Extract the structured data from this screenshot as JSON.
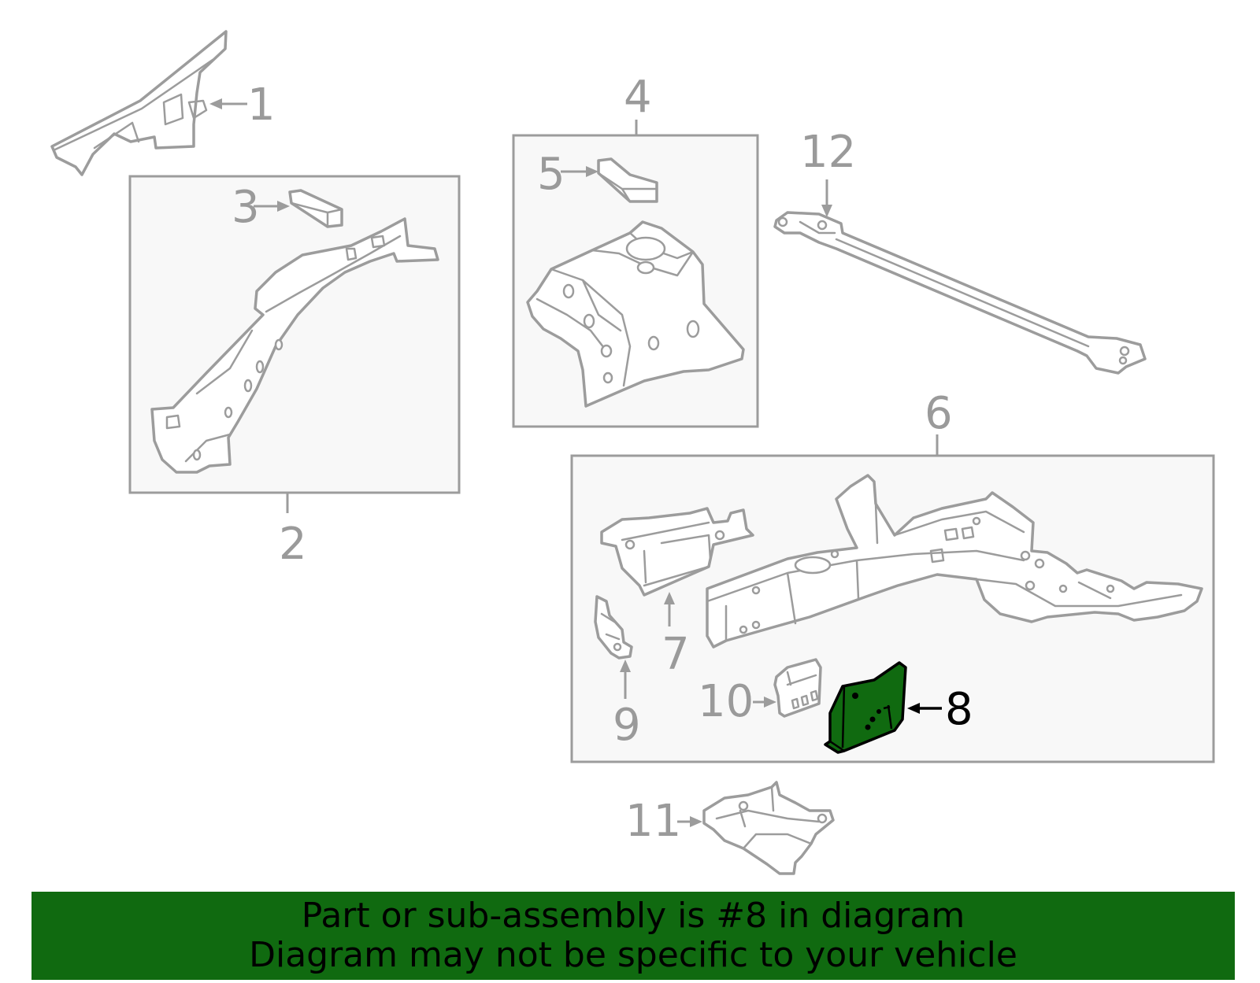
{
  "diagram": {
    "highlight_color": "#106a10",
    "outline_color": "#9c9c9c",
    "highlighted_part": "8",
    "labels": {
      "p1": "1",
      "p2": "2",
      "p3": "3",
      "p4": "4",
      "p5": "5",
      "p6": "6",
      "p7": "7",
      "p8": "8",
      "p9": "9",
      "p10": "10",
      "p11": "11",
      "p12": "12"
    }
  },
  "banner": {
    "line1": "Part or sub-assembly is #8 in diagram",
    "line2": "Diagram may not be specific to your vehicle"
  }
}
